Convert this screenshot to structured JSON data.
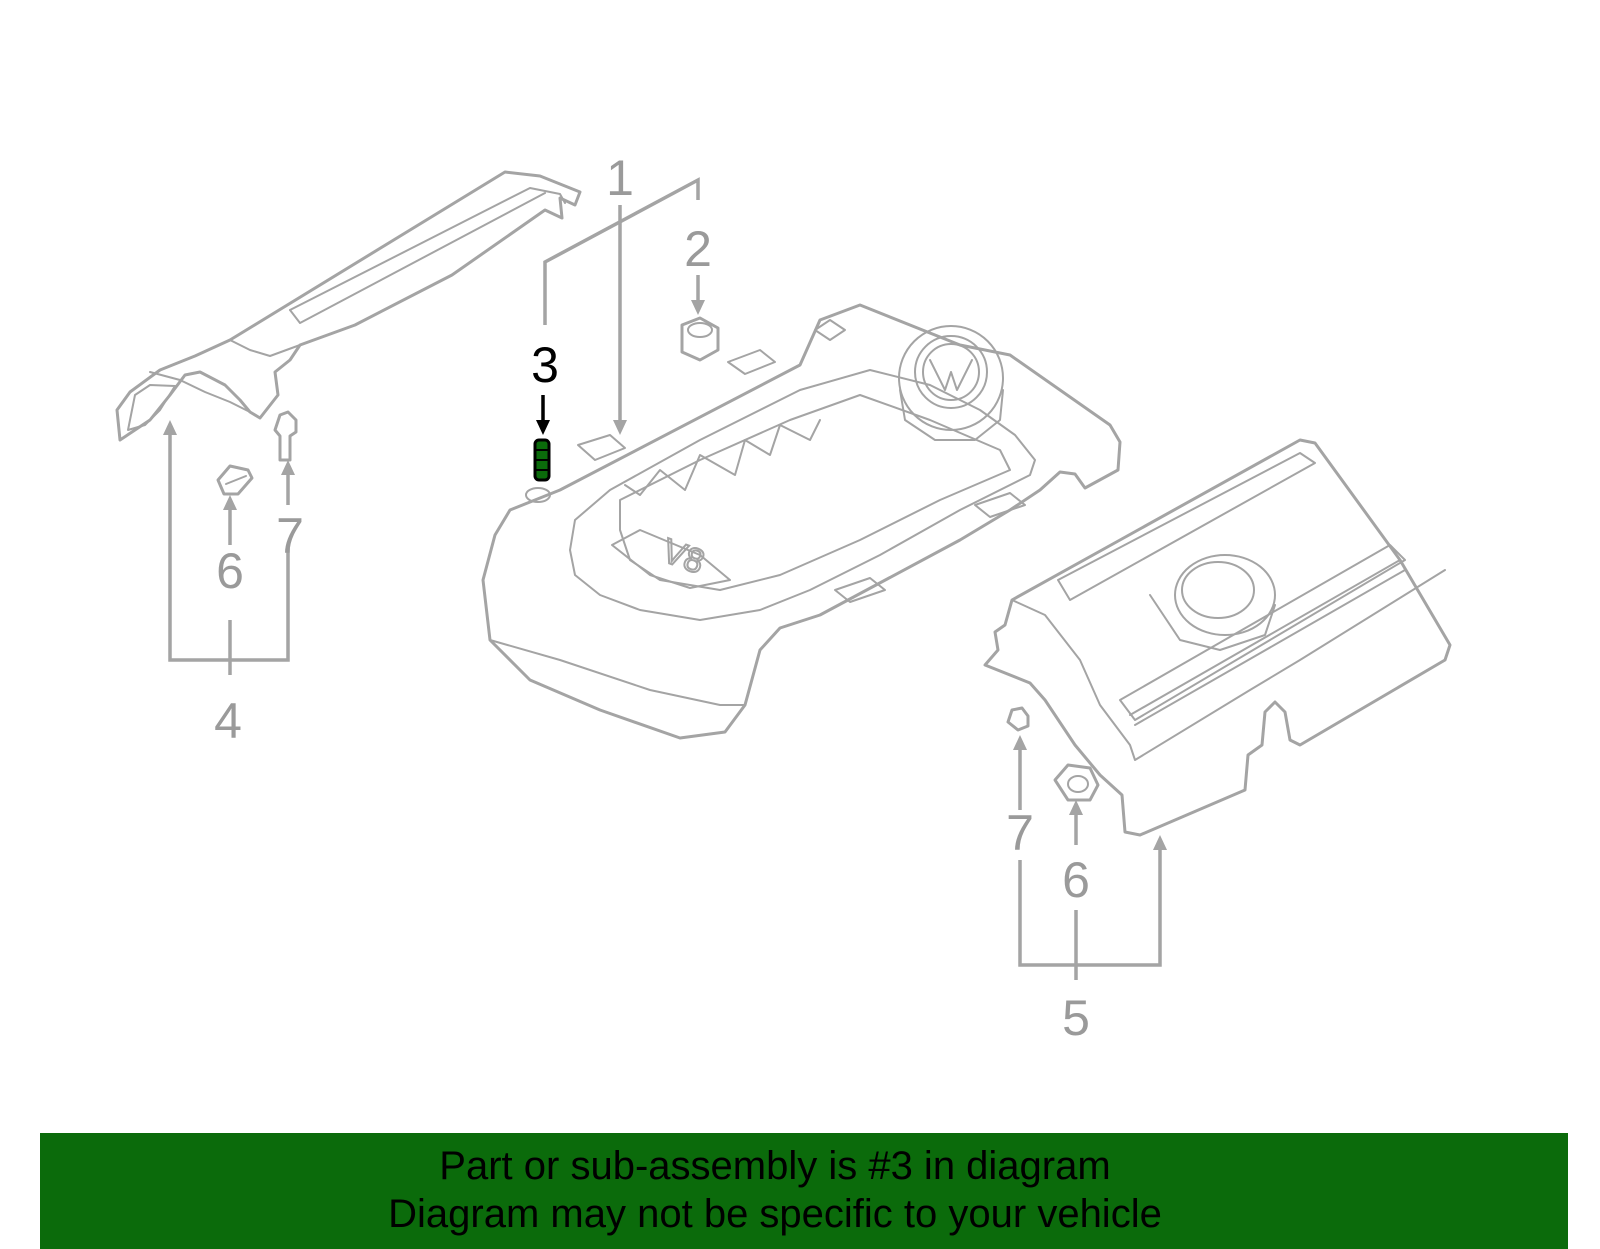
{
  "diagram": {
    "callouts": {
      "c1": "1",
      "c2": "2",
      "c3": "3",
      "c4": "4",
      "c5": "5",
      "c6_left": "6",
      "c6_right": "6",
      "c7_left": "7",
      "c7_right": "7"
    },
    "emblem_text": "V8",
    "highlighted_callout": "3",
    "colors": {
      "line_art": "#a4a4a4",
      "highlight": "#000000",
      "highlight_part": "#0b6b0b",
      "banner_background": "#0b6b0b",
      "banner_text": "#000000"
    }
  },
  "banner": {
    "line1": "Part or sub-assembly is #3 in diagram",
    "line2": "Diagram may not be specific to your vehicle"
  }
}
